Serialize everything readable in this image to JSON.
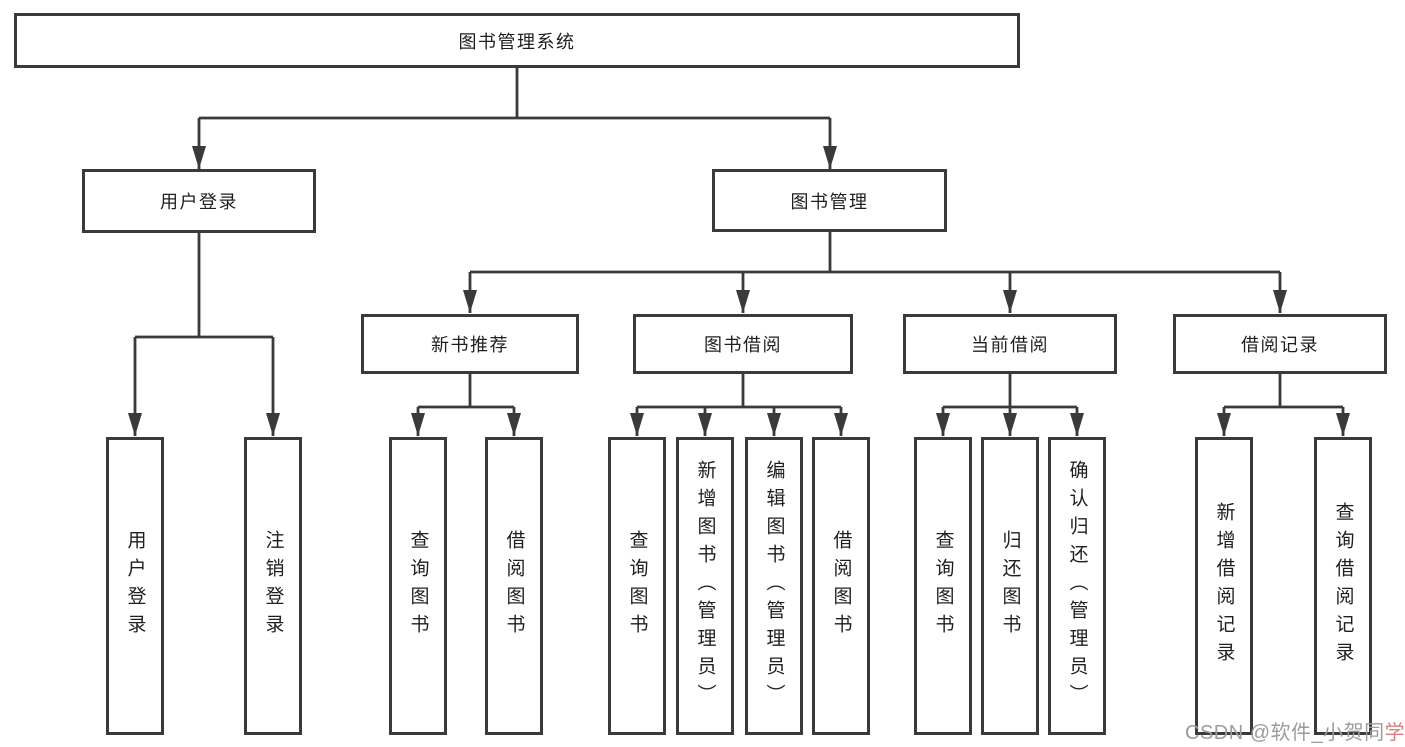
{
  "diagram": {
    "root": {
      "label": "图书管理系统"
    },
    "level2": [
      {
        "id": "user-login",
        "label": "用户登录"
      },
      {
        "id": "book-management",
        "label": "图书管理"
      }
    ],
    "level3": [
      {
        "id": "new-book-recommend",
        "label": "新书推荐",
        "parent": "图书管理"
      },
      {
        "id": "book-borrow",
        "label": "图书借阅",
        "parent": "图书管理"
      },
      {
        "id": "current-borrow",
        "label": "当前借阅",
        "parent": "图书管理"
      },
      {
        "id": "borrow-records",
        "label": "借阅记录",
        "parent": "图书管理"
      }
    ],
    "leaves": [
      {
        "id": "user-login-leaf",
        "label": "用户登录",
        "parent": "用户登录"
      },
      {
        "id": "logout-login",
        "label": "注销登录",
        "parent": "用户登录"
      },
      {
        "id": "nb-query-books",
        "label": "查询图书",
        "parent": "新书推荐"
      },
      {
        "id": "nb-borrow-books",
        "label": "借阅图书",
        "parent": "新书推荐"
      },
      {
        "id": "bb-query-books",
        "label": "查询图书",
        "parent": "图书借阅"
      },
      {
        "id": "bb-add-books-admin",
        "label": "新增图书（管理员）",
        "parent": "图书借阅"
      },
      {
        "id": "bb-edit-books-admin",
        "label": "编辑图书（管理员）",
        "parent": "图书借阅"
      },
      {
        "id": "bb-borrow-books",
        "label": "借阅图书",
        "parent": "图书借阅"
      },
      {
        "id": "cb-query-books",
        "label": "查询图书",
        "parent": "当前借阅"
      },
      {
        "id": "cb-return-books",
        "label": "归还图书",
        "parent": "当前借阅"
      },
      {
        "id": "cb-confirm-return-admin",
        "label": "确认归还（管理员）",
        "parent": "当前借阅"
      },
      {
        "id": "br-add-record",
        "label": "新增借阅记录",
        "parent": "借阅记录"
      },
      {
        "id": "br-query-record",
        "label": "查询借阅记录",
        "parent": "借阅记录"
      }
    ],
    "watermark": {
      "text": "CSDN @软件_小贺同学",
      "prefix": "CSDN @软件_小贺同",
      "accent_char": "学",
      "text_color": "#9c9c9c",
      "accent_color": "#d98181"
    },
    "line_color": "#3a3a3a"
  }
}
